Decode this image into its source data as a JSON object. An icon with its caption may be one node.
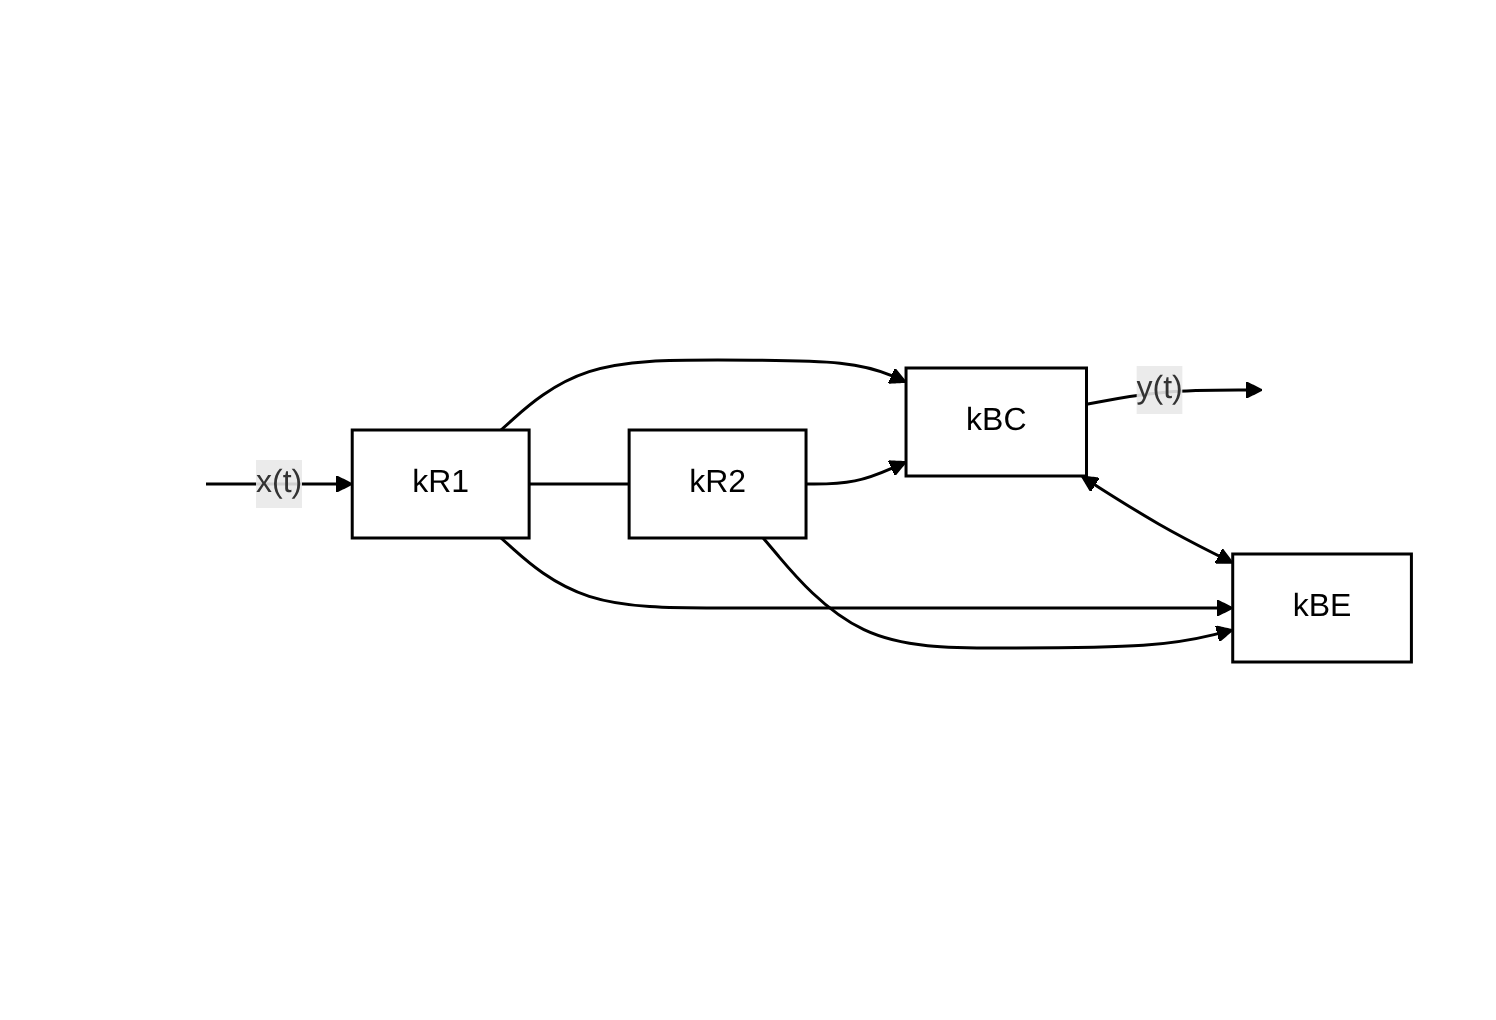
{
  "diagram": {
    "nodes": [
      {
        "text": [
          "kR1"
        ]
      },
      {
        "text": [
          "kBC"
        ]
      },
      {
        "text": [
          "kBE"
        ]
      },
      {
        "text": [
          "kR2"
        ]
      }
    ],
    "edges": [
      {
        "from": null,
        "to": 0,
        "arrow": "to",
        "label": "x(t)"
      },
      {
        "from": 1,
        "to": null,
        "arrow": "to",
        "label": "y(t)"
      },
      {
        "from": 0,
        "to": 3,
        "arrow": "none"
      },
      {
        "from": 1,
        "to": 2,
        "arrow": "both"
      },
      {
        "from": 0,
        "to": 1,
        "arrow": "to"
      },
      {
        "from": 0,
        "to": 2,
        "arrow": "to"
      },
      {
        "from": 3,
        "to": 1,
        "arrow": "to"
      },
      {
        "from": 3,
        "to": 2,
        "arrow": "to"
      }
    ]
  }
}
